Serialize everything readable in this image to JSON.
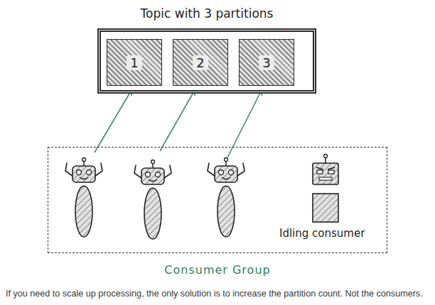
{
  "diagram": {
    "caption": "If you need to scale up processing, the only solution is to increase the partition count. Not the consumers.",
    "nodes": [
      {
        "text": [
          "Topic with 3 partitions"
        ]
      },
      {
        "text": [
          "1"
        ],
        "in": 0
      },
      {
        "text": [
          "2"
        ],
        "in": 0
      },
      {
        "text": [
          "3"
        ],
        "in": 0
      },
      {
        "text": [
          "Consumer Group"
        ]
      }
    ],
    "labels": [
      "Idling consumer"
    ]
  }
}
